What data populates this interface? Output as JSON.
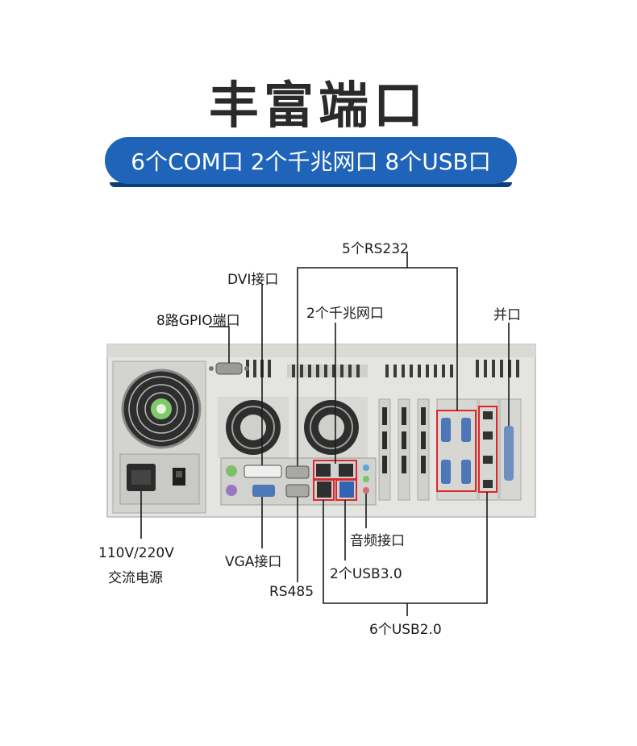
{
  "heading": "丰富端口",
  "subheading": "6个COM口 2个千兆网口 8个USB口",
  "labels": {
    "rs232": "5个RS232",
    "dvi": "DVI接口",
    "gigabit": "2个千兆网口",
    "gpio": "8路GPIO端口",
    "parallel": "并口",
    "power_line1": "110V/220V",
    "power_line2": "交流电源",
    "vga": "VGA接口",
    "rs485": "RS485",
    "audio": "音频接口",
    "usb3": "2个USB3.0",
    "usb2": "6个USB2.0"
  },
  "colors": {
    "accent": "#1f64b8",
    "highlight": "#e0262a",
    "chassis": "#e4e4e0"
  }
}
